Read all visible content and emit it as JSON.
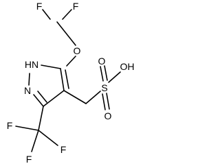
{
  "molecule": {
    "atoms": {
      "F1": "F",
      "F2": "F",
      "O_ether": "O",
      "NH": "HN",
      "N": "N",
      "S": "S",
      "OH": "OH",
      "O_s1": "O",
      "O_s2": "O",
      "F3": "F",
      "F4": "F",
      "F5": "F"
    }
  }
}
